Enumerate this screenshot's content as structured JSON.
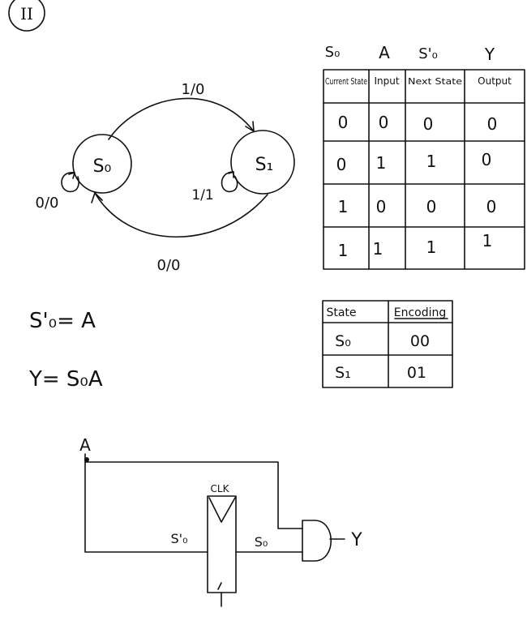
{
  "part_label": "II",
  "state_diagram": {
    "states": [
      "S₀",
      "S₁"
    ],
    "transitions": {
      "s0_to_s1": "1/0",
      "s0_self": "0/0",
      "s1_self": "1/1",
      "s1_to_s0": "0/0"
    }
  },
  "truth_table": {
    "symbols": [
      "S₀",
      "A",
      "S'₀",
      "Y"
    ],
    "headers": [
      "Current State",
      "Input",
      "Next State",
      "Output"
    ],
    "rows": [
      [
        "0",
        "0",
        "0",
        "0"
      ],
      [
        "0",
        "1",
        "1",
        "0"
      ],
      [
        "1",
        "0",
        "0",
        "0"
      ],
      [
        "1",
        "1",
        "1",
        "1"
      ]
    ]
  },
  "encoding_table": {
    "headers": [
      "State",
      "Encoding"
    ],
    "rows": [
      [
        "S₀",
        "00"
      ],
      [
        "S₁",
        "01"
      ]
    ]
  },
  "equations": {
    "next_state": "S'₀= A",
    "output": "Y= S₀A"
  },
  "circuit": {
    "input_label": "A",
    "clock_label": "CLK",
    "d_label": "S'₀",
    "q_label": "S₀",
    "output_label": "Y"
  }
}
